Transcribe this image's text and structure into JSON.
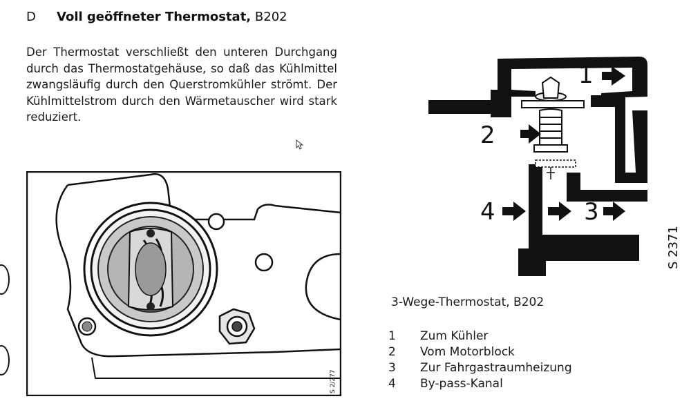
{
  "section": {
    "letter": "D",
    "title": "Voll geöffneter Thermostat,",
    "code": "B202"
  },
  "paragraph": "Der Thermostat verschließt den unteren Durchgang durch das Thermostatgehäuse, so daß das Kühlmittel zwangsläufig durch den Querstromkühler strömt. Der Kühlmittelstrom durch den Wärmetauscher wird stark reduziert.",
  "photo": {
    "ref": "S 2/277"
  },
  "diagram": {
    "ref": "S 2371",
    "labels": [
      "1",
      "2",
      "3",
      "4"
    ]
  },
  "caption": "3-Wege-Thermostat, B202",
  "legend": [
    {
      "num": "1",
      "text": "Zum Kühler"
    },
    {
      "num": "2",
      "text": "Vom Motorblock"
    },
    {
      "num": "3",
      "text": "Zur Fahrgastraumheizung"
    },
    {
      "num": "4",
      "text": "By-pass-Kanal"
    }
  ]
}
